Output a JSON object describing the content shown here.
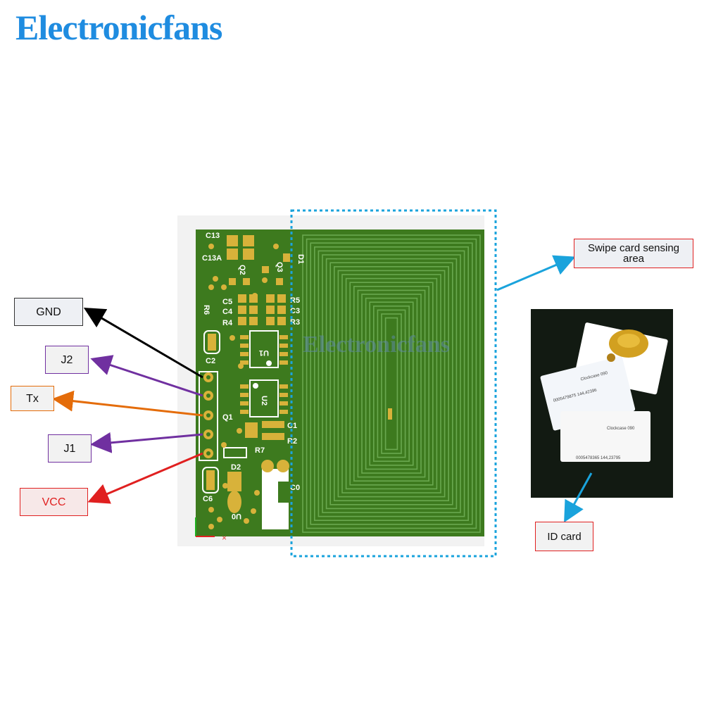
{
  "brand": {
    "text": "Electronicfans",
    "color": "#1f8ce0"
  },
  "board_watermark": "Electronicfans",
  "labels": {
    "gnd": "GND",
    "j2": "J2",
    "tx": "Tx",
    "j1": "J1",
    "vcc": "VCC",
    "sensing_area": "Swipe card sensing area",
    "id_card": "ID card"
  },
  "pcb": {
    "silkscreen": [
      "C13",
      "C13A",
      "Q2",
      "Q3",
      "D1",
      "R6",
      "C5",
      "C4",
      "R4",
      "R5",
      "C3",
      "R3",
      "C2",
      "U1",
      "U2",
      "Q1",
      "C1",
      "R2",
      "R7",
      "D2",
      "C6",
      "U0",
      "C0"
    ]
  },
  "card_photo": {
    "card_lines": [
      "0005478365 144,23795",
      "Clockcase 090",
      "0005479875 144,42396"
    ]
  },
  "colors": {
    "pcb_green": "#3d7a1e",
    "pad_gold": "#d8b23a",
    "gnd_arrow": "#000000",
    "j_arrow": "#7030a0",
    "tx_arrow": "#e46c0a",
    "vcc_arrow": "#e02020",
    "sensing_arrow": "#1aa3dc"
  }
}
